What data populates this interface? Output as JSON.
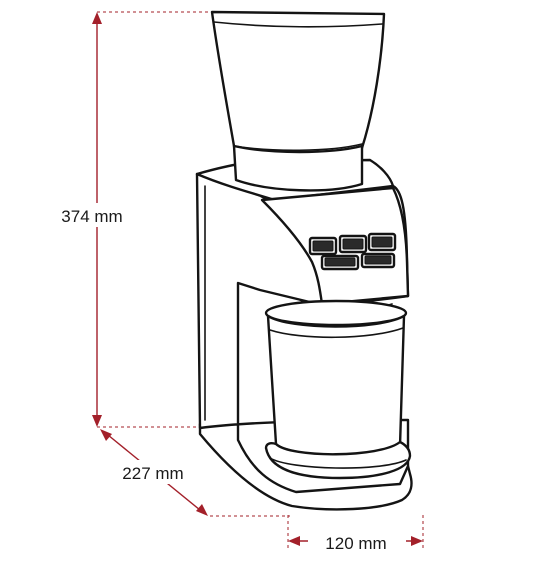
{
  "dimensions": {
    "height": {
      "label": "374 mm"
    },
    "depth": {
      "label": "227 mm"
    },
    "width": {
      "label": "120 mm"
    }
  },
  "colors": {
    "dimension_line": "#a3202a",
    "outline": "#141414",
    "background": "#ffffff"
  }
}
